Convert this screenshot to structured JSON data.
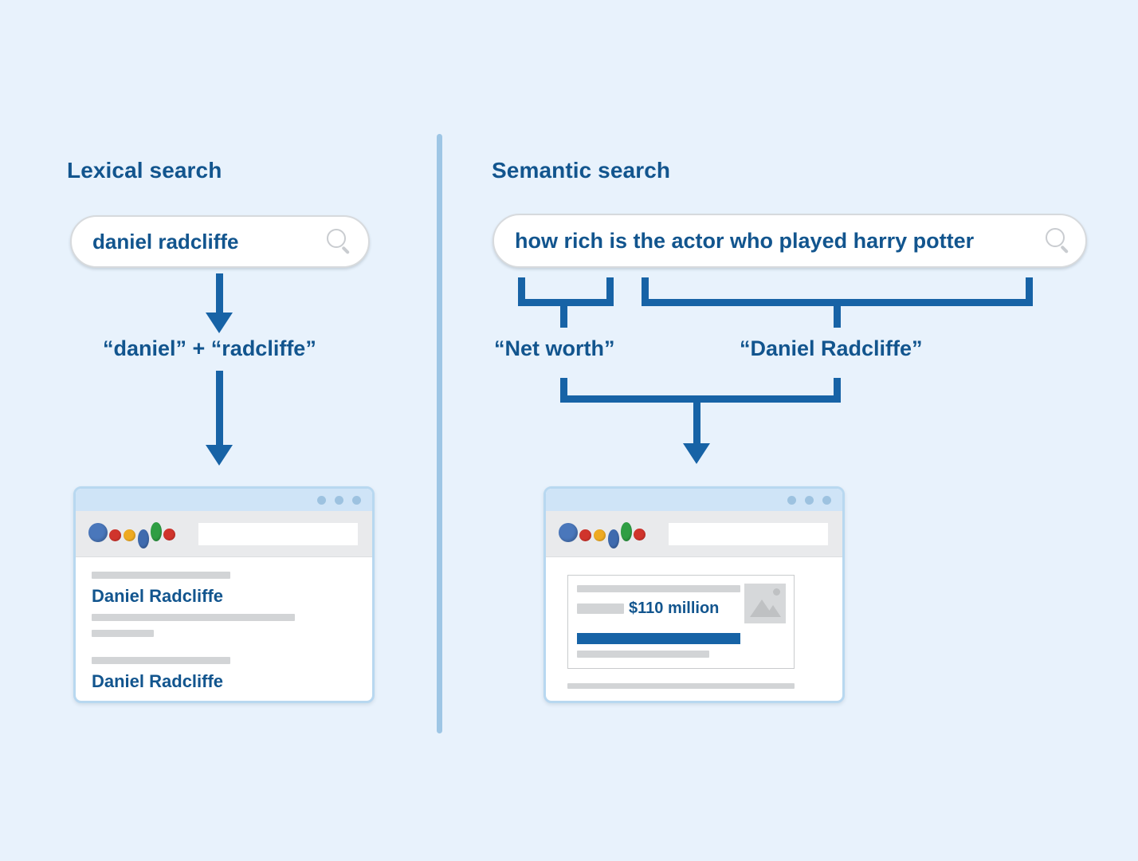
{
  "page": {
    "background_color": "#e8f2fc",
    "accent_blue": "#1763a6",
    "text_blue": "#12558e",
    "divider_color": "#9ec6e5"
  },
  "columns": {
    "lexical": {
      "title": "Lexical search",
      "search": {
        "query": "daniel radcliffe",
        "icon": "magnifier-icon"
      },
      "tokens_label": "“daniel” + “radcliffe”",
      "browser": {
        "window_dots": 3,
        "logo_icon": "search-engine-logo-icon",
        "url_value": "",
        "results": [
          {
            "title": "Daniel Radcliffe"
          },
          {
            "title": "Daniel Radcliffe"
          }
        ]
      }
    },
    "semantic": {
      "title": "Semantic search",
      "search": {
        "query": "how rich is the actor who played harry potter",
        "icon": "magnifier-icon"
      },
      "concepts": [
        {
          "label": "“Net worth”"
        },
        {
          "label": "“Daniel Radcliffe”"
        }
      ],
      "browser": {
        "window_dots": 3,
        "logo_icon": "search-engine-logo-icon",
        "url_value": "",
        "knowledge_panel": {
          "answer": "$110 million",
          "thumbnail_icon": "image-placeholder-icon"
        }
      }
    }
  }
}
